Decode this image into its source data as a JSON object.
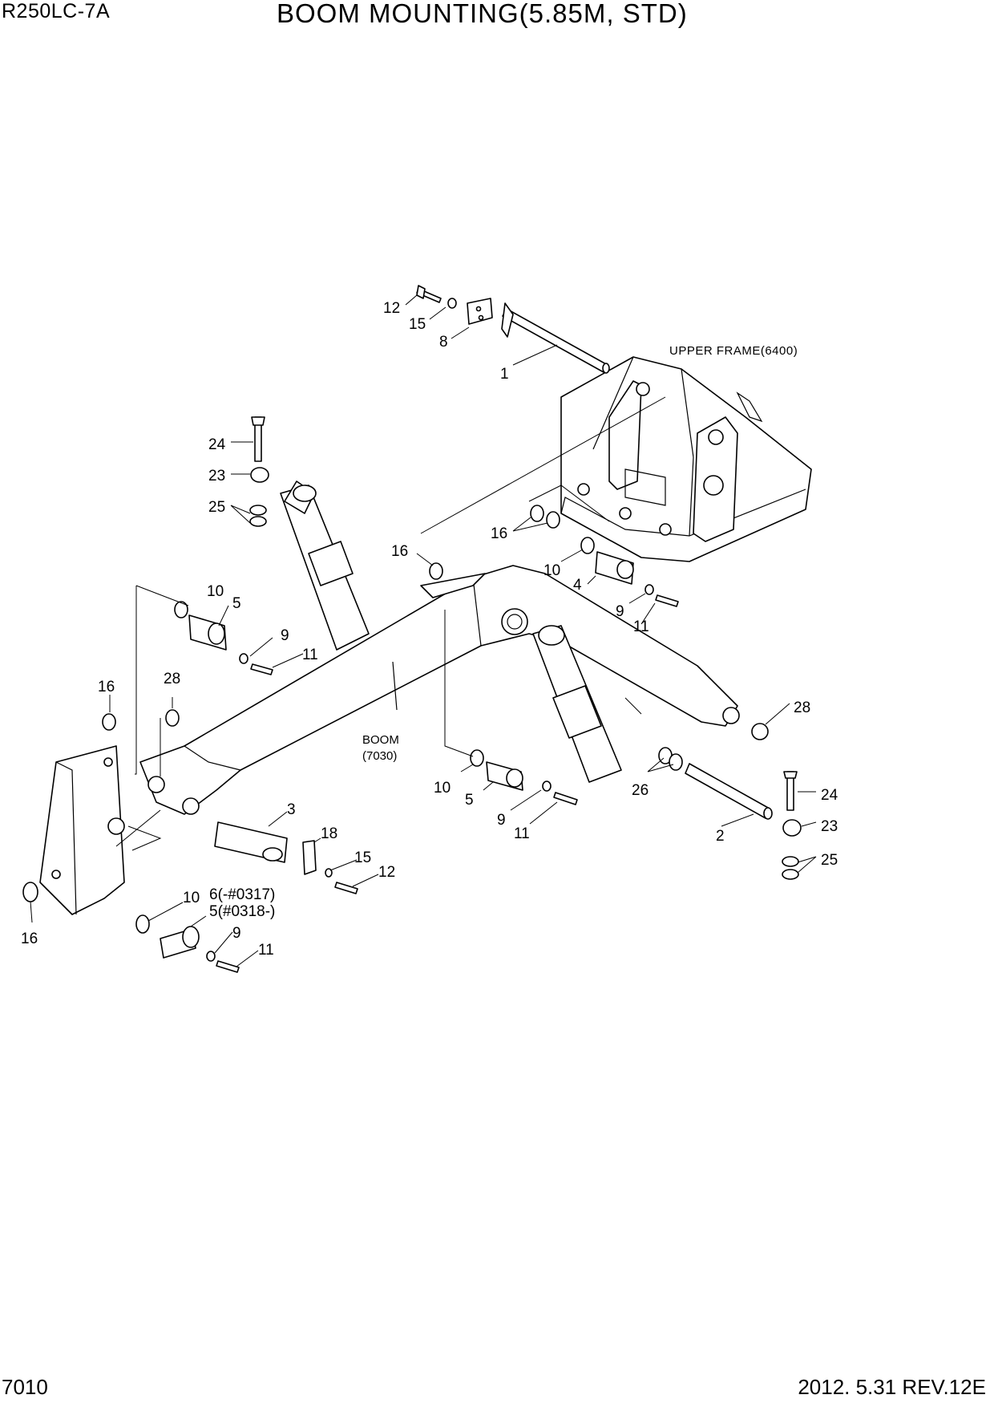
{
  "header": {
    "model": "R250LC-7A",
    "title": "BOOM MOUNTING(5.85M, STD)"
  },
  "footer": {
    "page": "7010",
    "revision": "2012. 5.31  REV.12E"
  },
  "assemblies": {
    "upper_frame": "UPPER FRAME(6400)",
    "boom": "BOOM",
    "boom_ref": "(7030)"
  },
  "callouts": {
    "c12a": "12",
    "c15a": "15",
    "c8": "8",
    "c1": "1",
    "c24a": "24",
    "c23a": "23",
    "c25a": "25",
    "c16a": "16",
    "c16b": "16",
    "c10a": "10",
    "c4": "4",
    "c9a": "9",
    "c11a": "11",
    "c10b": "10",
    "c5a": "5",
    "c9b": "9",
    "c11b": "11",
    "c16c": "16",
    "c28a": "28",
    "c28b": "28",
    "c10c": "10",
    "c5b": "5",
    "c9c": "9",
    "c11c": "11",
    "c26": "26",
    "c24b": "24",
    "c23b": "23",
    "c2": "2",
    "c25b": "25",
    "c3": "3",
    "c18": "18",
    "c15b": "15",
    "c12b": "12",
    "c10d": "10",
    "c6": "6(-#0317)",
    "c5c": "5(#0318-)",
    "c9d": "9",
    "c11d": "11",
    "c16d": "16"
  }
}
